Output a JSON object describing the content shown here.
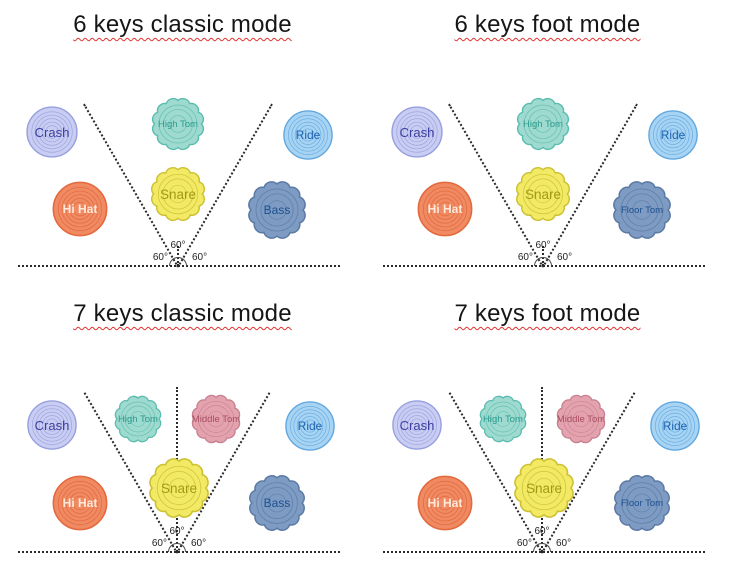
{
  "figure": {
    "background": "#ffffff",
    "line_color": "#2a2a2a",
    "title_underline_color": "#e0312e"
  },
  "panels": [
    {
      "title": "6 keys classic mode",
      "angles": [
        "60°",
        "60°",
        "60°"
      ],
      "drums": [
        {
          "id": "crash",
          "label": "Crash",
          "shape": "cymbal",
          "fill": "#c9cdf2",
          "stroke": "#97a0e0",
          "label_color": "#3c3f9d"
        },
        {
          "id": "high-tom",
          "label": "High Tom",
          "shape": "tom",
          "fill": "#9edacf",
          "stroke": "#5abcae",
          "label_color": "#2b9a8c"
        },
        {
          "id": "ride",
          "label": "Ride",
          "shape": "cymbal",
          "fill": "#a8d4f4",
          "stroke": "#62a8df",
          "label_color": "#1e62b0"
        },
        {
          "id": "hi-hat",
          "label": "Hi Hat",
          "shape": "cymbal",
          "fill": "#ef8a63",
          "stroke": "#e3693b",
          "label_color": "#ffe9da"
        },
        {
          "id": "snare",
          "label": "Snare",
          "shape": "tom",
          "fill": "#f2e964",
          "stroke": "#cdc133",
          "label_color": "#a29a15"
        },
        {
          "id": "bass",
          "label": "Bass",
          "shape": "tom",
          "fill": "#7e9cc3",
          "stroke": "#5b7aa4",
          "label_color": "#1c4f90"
        }
      ]
    },
    {
      "title": "6 keys foot mode",
      "angles": [
        "60°",
        "60°",
        "60°"
      ],
      "drums": [
        {
          "id": "crash",
          "label": "Crash",
          "shape": "cymbal",
          "fill": "#c9cdf2",
          "stroke": "#97a0e0",
          "label_color": "#3c3f9d"
        },
        {
          "id": "high-tom",
          "label": "High Tom",
          "shape": "tom",
          "fill": "#9edacf",
          "stroke": "#5abcae",
          "label_color": "#2b9a8c"
        },
        {
          "id": "ride",
          "label": "Ride",
          "shape": "cymbal",
          "fill": "#a8d4f4",
          "stroke": "#62a8df",
          "label_color": "#1e62b0"
        },
        {
          "id": "hi-hat",
          "label": "Hi Hat",
          "shape": "cymbal",
          "fill": "#ef8a63",
          "stroke": "#e3693b",
          "label_color": "#ffe9da"
        },
        {
          "id": "snare",
          "label": "Snare",
          "shape": "tom",
          "fill": "#f2e964",
          "stroke": "#cdc133",
          "label_color": "#a29a15"
        },
        {
          "id": "floor-tom",
          "label": "Floor Tom",
          "shape": "tom",
          "fill": "#7e9cc3",
          "stroke": "#5b7aa4",
          "label_color": "#1c4f90"
        }
      ]
    },
    {
      "title": "7 keys classic mode",
      "angles": [
        "60°",
        "60°",
        "60°"
      ],
      "drums": [
        {
          "id": "crash",
          "label": "Crash",
          "shape": "cymbal",
          "fill": "#c9cdf2",
          "stroke": "#97a0e0",
          "label_color": "#3c3f9d"
        },
        {
          "id": "high-tom",
          "label": "High Tom",
          "shape": "tom",
          "fill": "#9edacf",
          "stroke": "#5abcae",
          "label_color": "#2b9a8c"
        },
        {
          "id": "middle-tom",
          "label": "Middle Tom",
          "shape": "tom",
          "fill": "#e3a2ad",
          "stroke": "#c6808f",
          "label_color": "#a84e61"
        },
        {
          "id": "ride",
          "label": "Ride",
          "shape": "cymbal",
          "fill": "#a8d4f4",
          "stroke": "#62a8df",
          "label_color": "#1e62b0"
        },
        {
          "id": "hi-hat",
          "label": "Hi Hat",
          "shape": "cymbal",
          "fill": "#ef8a63",
          "stroke": "#e3693b",
          "label_color": "#ffe9da"
        },
        {
          "id": "snare",
          "label": "Snare",
          "shape": "tom",
          "fill": "#f2e964",
          "stroke": "#cdc133",
          "label_color": "#a29a15"
        },
        {
          "id": "bass",
          "label": "Bass",
          "shape": "tom",
          "fill": "#7e9cc3",
          "stroke": "#5b7aa4",
          "label_color": "#1c4f90"
        }
      ]
    },
    {
      "title": "7 keys foot mode",
      "angles": [
        "60°",
        "60°",
        "60°"
      ],
      "drums": [
        {
          "id": "crash",
          "label": "Crash",
          "shape": "cymbal",
          "fill": "#c9cdf2",
          "stroke": "#97a0e0",
          "label_color": "#3c3f9d"
        },
        {
          "id": "high-tom",
          "label": "High Tom",
          "shape": "tom",
          "fill": "#9edacf",
          "stroke": "#5abcae",
          "label_color": "#2b9a8c"
        },
        {
          "id": "middle-tom",
          "label": "Middle Tom",
          "shape": "tom",
          "fill": "#e3a2ad",
          "stroke": "#c6808f",
          "label_color": "#a84e61"
        },
        {
          "id": "ride",
          "label": "Ride",
          "shape": "cymbal",
          "fill": "#a8d4f4",
          "stroke": "#62a8df",
          "label_color": "#1e62b0"
        },
        {
          "id": "hi-hat",
          "label": "Hi Hat",
          "shape": "cymbal",
          "fill": "#ef8a63",
          "stroke": "#e3693b",
          "label_color": "#ffe9da"
        },
        {
          "id": "snare",
          "label": "Snare",
          "shape": "tom",
          "fill": "#f2e964",
          "stroke": "#cdc133",
          "label_color": "#a29a15"
        },
        {
          "id": "floor-tom",
          "label": "Floor Tom",
          "shape": "tom",
          "fill": "#7e9cc3",
          "stroke": "#5b7aa4",
          "label_color": "#1c4f90"
        }
      ]
    }
  ]
}
